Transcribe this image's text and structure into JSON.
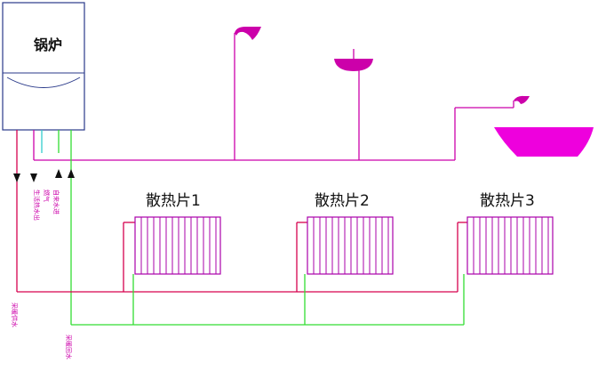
{
  "boiler": {
    "label": "锅炉"
  },
  "pipe_labels": {
    "hot_water_out": "生活热水出",
    "gas": "燃气",
    "cold_water_in": "自来水进",
    "heating_supply": "采暖供水",
    "heating_return": "采暖回水"
  },
  "radiators": [
    {
      "label": "散热片1"
    },
    {
      "label": "散热片2"
    },
    {
      "label": "散热片3"
    }
  ],
  "colors": {
    "supply": "#d6004e",
    "hot_water": "#cc00aa",
    "return": "#33dd33",
    "cold": "#33cccc",
    "boiler_outline": "#2a3a8a",
    "arrow": "#111111"
  }
}
